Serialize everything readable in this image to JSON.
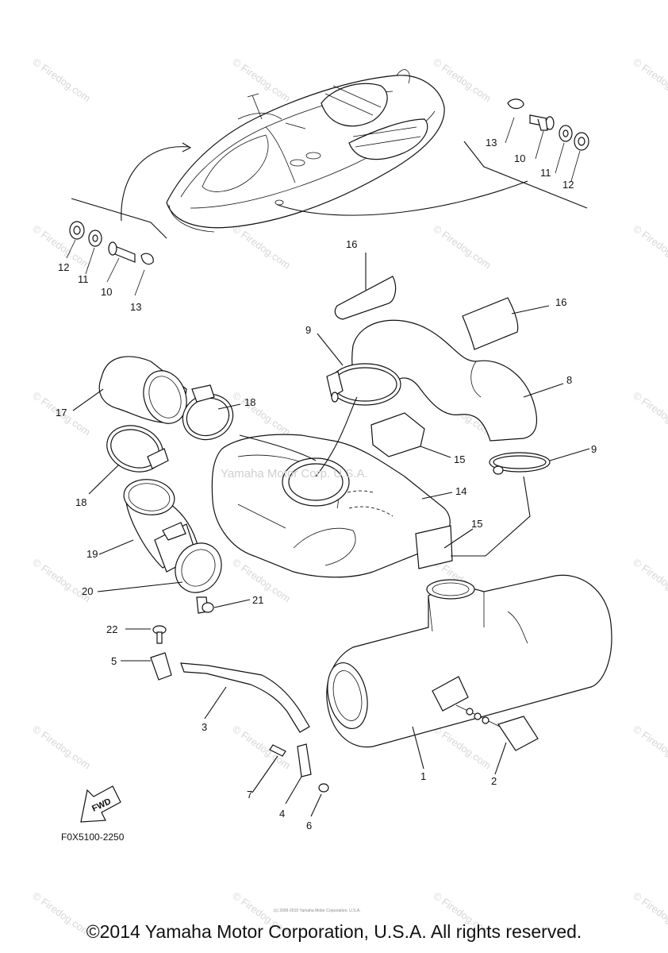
{
  "watermark": {
    "text": "Firedog.com"
  },
  "center_watermark": "Yamaha Motor Corp. U.S.A.",
  "tiny_notice": "(c) 2009-2015 Yamaha Motor Corporation, U.S.A.",
  "callouts": {
    "c1": "1",
    "c2": "2",
    "c3": "3",
    "c4": "4",
    "c5": "5",
    "c6": "6",
    "c7": "7",
    "c8": "8",
    "c9a": "9",
    "c9b": "9",
    "c10a": "10",
    "c10b": "10",
    "c11a": "11",
    "c11b": "11",
    "c12a": "12",
    "c12b": "12",
    "c13a": "13",
    "c13b": "13",
    "c14": "14",
    "c15a": "15",
    "c15b": "15",
    "c16a": "16",
    "c16b": "16",
    "c17": "17",
    "c18a": "18",
    "c18b": "18",
    "c19": "19",
    "c20": "20",
    "c21": "21",
    "c22": "22"
  },
  "fwd_label": "FWD",
  "diagram_code": "F0X5100-2250",
  "copyright": "©2014 Yamaha Motor Corporation, U.S.A. All rights reserved."
}
